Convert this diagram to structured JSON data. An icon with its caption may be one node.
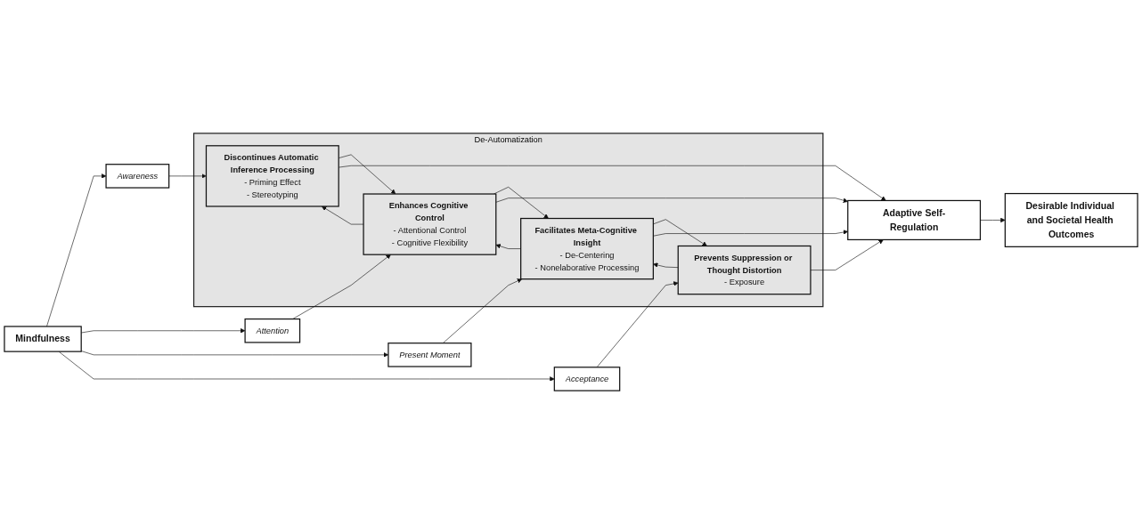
{
  "diagram": {
    "nodes": [
      {
        "text": [
          "Mindfulness"
        ]
      },
      {
        "text": [
          "Awareness"
        ]
      },
      {
        "text": [
          "Attention"
        ]
      },
      {
        "text": [
          "Present Moment"
        ]
      },
      {
        "text": [
          "Acceptance"
        ]
      },
      {
        "text": [
          "De-Automatization"
        ]
      },
      {
        "text": [
          "Discontinues Automatic Inference Processing",
          "- Priming Effect",
          "- Stereotyping"
        ],
        "in": 5
      },
      {
        "text": [
          "Enhances Cognitive Control",
          "- Attentional Control",
          "- Cognitive Flexibility"
        ],
        "in": 5
      },
      {
        "text": [
          "Facilitates Meta-Cognitive Insight",
          "- De-Centering",
          "- Nonelaborative Processing"
        ],
        "in": 5
      },
      {
        "text": [
          "Prevents Suppression or Thought Distortion",
          "- Exposure"
        ],
        "in": 5
      },
      {
        "text": [
          "Adaptive Self-Regulation"
        ]
      },
      {
        "text": [
          "Desirable Individual and Societal Health Outcomes"
        ]
      }
    ],
    "edges": [
      {
        "from": 0,
        "to": 1,
        "arrow": "to"
      },
      {
        "from": 0,
        "to": 2,
        "arrow": "to"
      },
      {
        "from": 0,
        "to": 3,
        "arrow": "to"
      },
      {
        "from": 0,
        "to": 4,
        "arrow": "to"
      },
      {
        "from": 1,
        "to": 6,
        "arrow": "to"
      },
      {
        "from": 2,
        "to": 7,
        "arrow": "to"
      },
      {
        "from": 3,
        "to": 8,
        "arrow": "to"
      },
      {
        "from": 4,
        "to": 9,
        "arrow": "to"
      },
      {
        "from": 6,
        "to": 7,
        "arrow": "to"
      },
      {
        "from": 7,
        "to": 6,
        "arrow": "to"
      },
      {
        "from": 7,
        "to": 8,
        "arrow": "to"
      },
      {
        "from": 8,
        "to": 7,
        "arrow": "to"
      },
      {
        "from": 8,
        "to": 9,
        "arrow": "to"
      },
      {
        "from": 9,
        "to": 8,
        "arrow": "to"
      },
      {
        "from": 6,
        "to": 10,
        "arrow": "to"
      },
      {
        "from": 7,
        "to": 10,
        "arrow": "to"
      },
      {
        "from": 8,
        "to": 10,
        "arrow": "to"
      },
      {
        "from": 9,
        "to": 10,
        "arrow": "to"
      },
      {
        "from": 10,
        "to": 11,
        "arrow": "to"
      }
    ]
  }
}
